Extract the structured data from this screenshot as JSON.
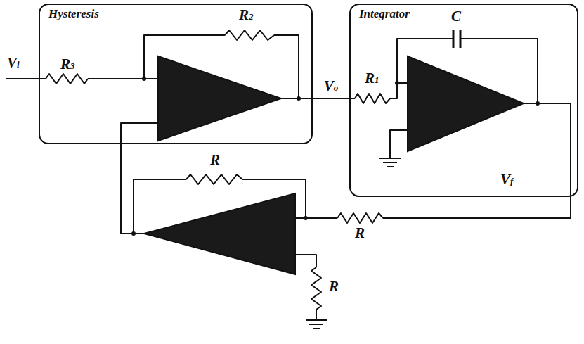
{
  "diagram": {
    "nodes": [
      {
        "text": [
          "Hysteresis"
        ]
      },
      {
        "text": [
          "Integrator"
        ]
      }
    ],
    "edges": [
      {
        "from": 0,
        "to": 1,
        "arrow": "none",
        "label": "Vo"
      }
    ],
    "labels": [
      "Vi",
      "R3",
      "R2",
      "R1",
      "C",
      "Vf",
      "R",
      "R",
      "R"
    ]
  }
}
